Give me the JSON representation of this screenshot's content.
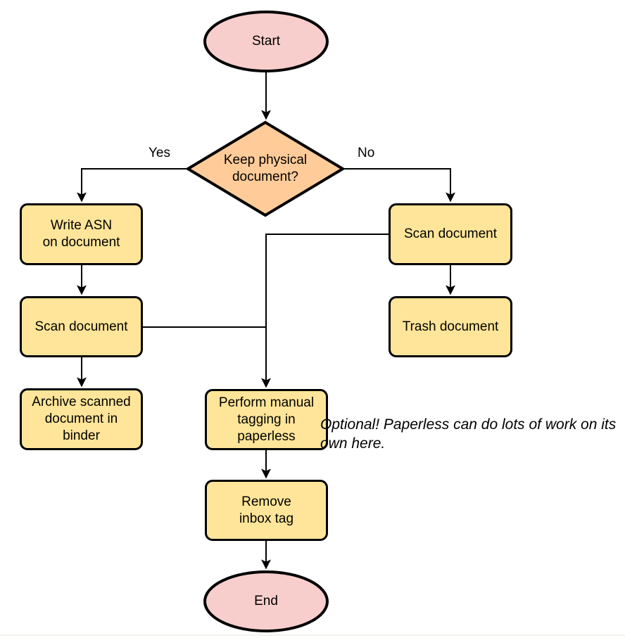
{
  "diagram": {
    "type": "flowchart",
    "nodes": {
      "start": {
        "shape": "terminator",
        "label": "Start"
      },
      "decision": {
        "shape": "decision",
        "label": "Keep physical\ndocument?"
      },
      "write_asn": {
        "shape": "process",
        "label": "Write ASN\non document"
      },
      "scan_left": {
        "shape": "process",
        "label": "Scan document"
      },
      "archive": {
        "shape": "process",
        "label": "Archive scanned\ndocument in\nbinder"
      },
      "scan_right": {
        "shape": "process",
        "label": "Scan document"
      },
      "trash": {
        "shape": "process",
        "label": "Trash document"
      },
      "tagging": {
        "shape": "process",
        "label": "Perform manual\ntagging in\npaperless"
      },
      "remove_inbox": {
        "shape": "process",
        "label": "Remove\ninbox tag"
      },
      "end": {
        "shape": "terminator",
        "label": "End"
      }
    },
    "edge_labels": {
      "yes": "Yes",
      "no": "No"
    },
    "note": "Optional! Paperless can do lots of work on its own here.",
    "colors": {
      "terminator_fill": "#f8cecc",
      "decision_fill": "#ffcc99",
      "process_fill": "#ffe599",
      "stroke": "#000000",
      "background": "#ffffff"
    }
  }
}
